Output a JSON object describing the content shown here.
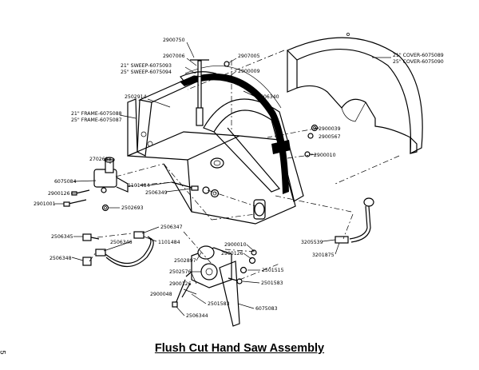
{
  "title": "Flush Cut Hand Saw Assembly",
  "page_number": "5",
  "labels": {
    "p2900750": "2900750",
    "p2907006": "2907006",
    "p2907005": "2907005",
    "p2900009": "2900009",
    "sweep21": "21\" SWEEP-6075093",
    "sweep25": "25\" SWEEP-6075094",
    "p2502914": "2502914",
    "p2506340a": "2506340",
    "frame21": "21\" FRAME-6075088",
    "frame25": "25\" FRAME-6075087",
    "cover21": "21\" COVER-6075089",
    "cover25": "25\" COVER-6075090",
    "p2900039": "2900039",
    "p2900567": "2900567",
    "p2900010a": "2900010",
    "p2702688": "2702688",
    "p6075084": "6075084",
    "p2900126a": "2900126",
    "p2901001": "2901001",
    "p2502693": "2502693",
    "p1101484a": "1101484",
    "p2506349": "2506349",
    "p2506347": "2506347",
    "p2506345": "2506345",
    "p2506346": "2506346",
    "p1101484b": "1101484",
    "p2506348": "2506348",
    "p3205539": "3205539",
    "p3201875": "3201875",
    "p2900010b": "2900010",
    "p2900126b": "2900126",
    "p2501515": "2501515",
    "p2502897": "2502897",
    "p2502576": "2502576",
    "p2501583a": "2501583",
    "p2900126c": "2900126",
    "p2900048": "2900048",
    "p2501583b": "2501583",
    "p6075083": "6075083",
    "p2506344": "2506344"
  }
}
